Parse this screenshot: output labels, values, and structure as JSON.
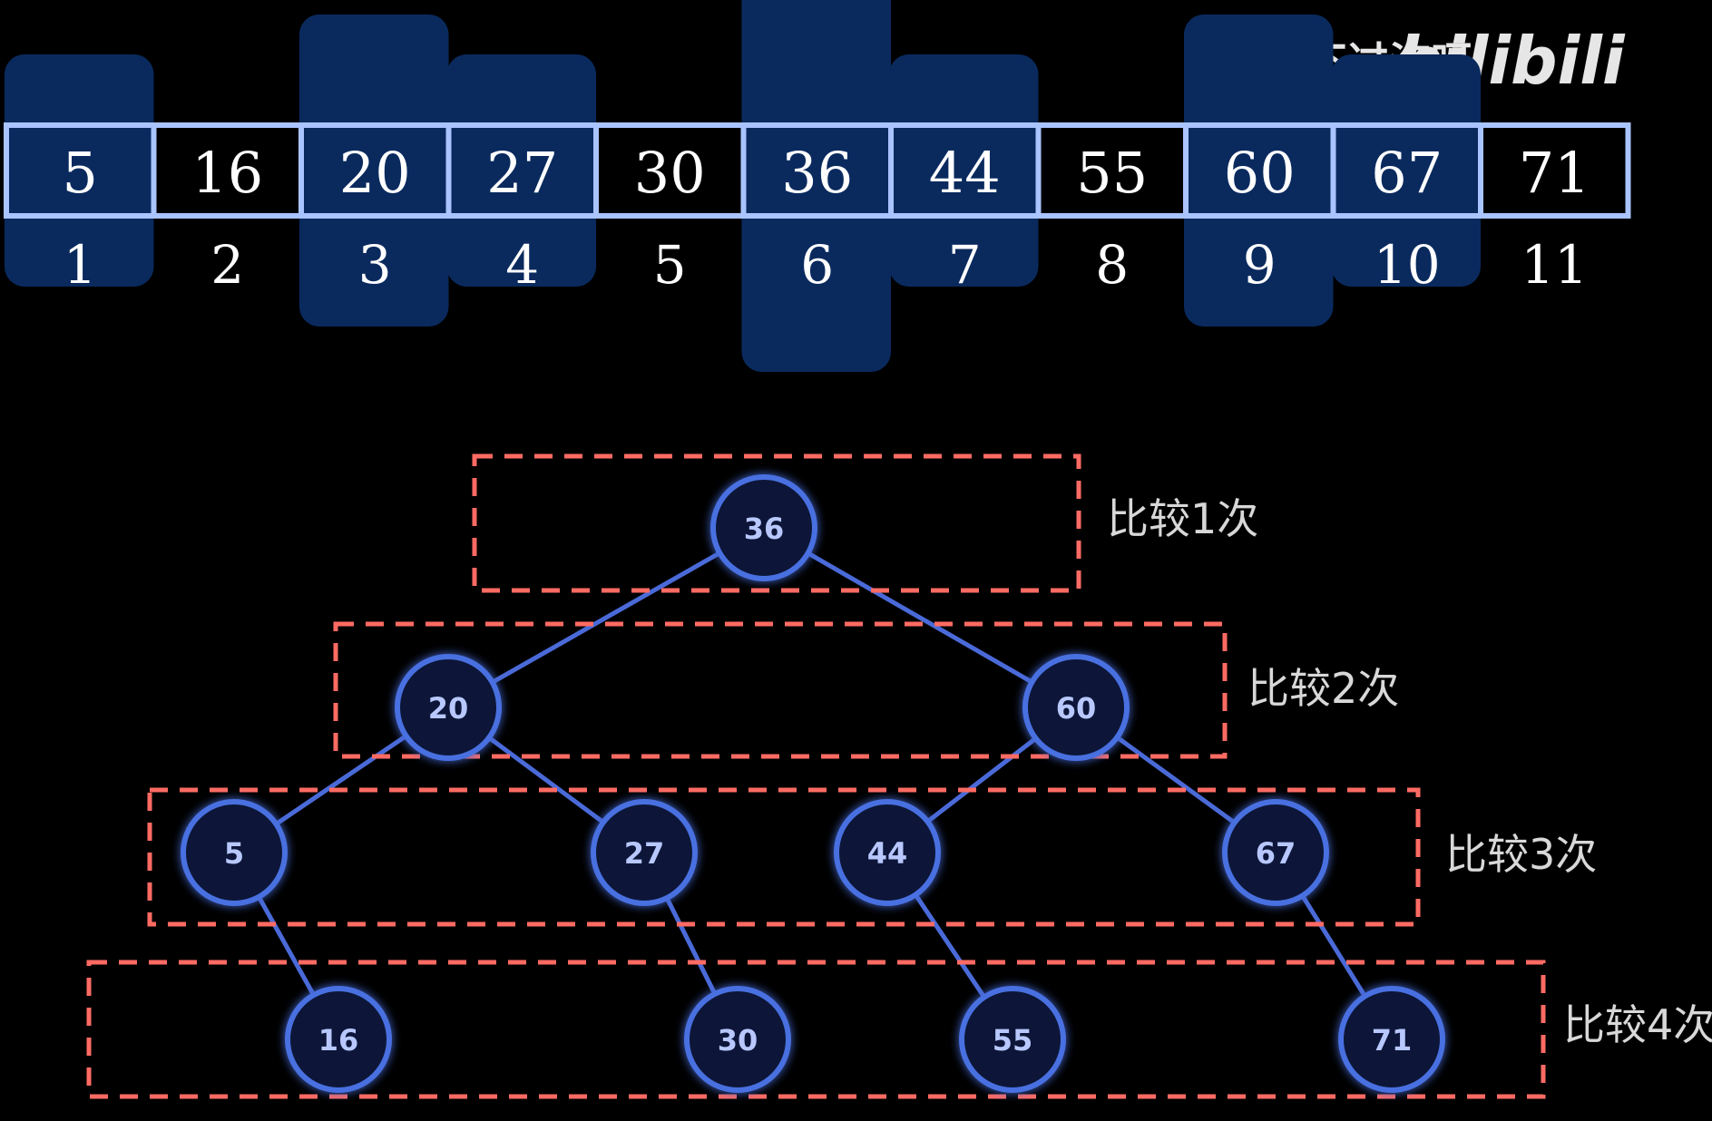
{
  "watermark": {
    "author": "蓝不过海呀",
    "logo": "bilibili"
  },
  "array": {
    "values": [
      "5",
      "16",
      "20",
      "27",
      "30",
      "36",
      "44",
      "55",
      "60",
      "67",
      "71"
    ],
    "indices": [
      "1",
      "2",
      "3",
      "4",
      "5",
      "6",
      "7",
      "8",
      "9",
      "10",
      "11"
    ],
    "highlight_levels": [
      3,
      0,
      2,
      3,
      0,
      1,
      3,
      0,
      2,
      3,
      0
    ]
  },
  "tree": {
    "nodes": [
      {
        "value": "36",
        "level": 1
      },
      {
        "value": "20",
        "level": 2
      },
      {
        "value": "60",
        "level": 2
      },
      {
        "value": "5",
        "level": 3
      },
      {
        "value": "27",
        "level": 3
      },
      {
        "value": "44",
        "level": 3
      },
      {
        "value": "67",
        "level": 3
      },
      {
        "value": "16",
        "level": 4
      },
      {
        "value": "30",
        "level": 4
      },
      {
        "value": "55",
        "level": 4
      },
      {
        "value": "71",
        "level": 4
      }
    ],
    "edges": [
      [
        "36",
        "20"
      ],
      [
        "36",
        "60"
      ],
      [
        "20",
        "5"
      ],
      [
        "20",
        "27"
      ],
      [
        "60",
        "44"
      ],
      [
        "60",
        "67"
      ],
      [
        "5",
        "16"
      ],
      [
        "27",
        "30"
      ],
      [
        "44",
        "55"
      ],
      [
        "67",
        "71"
      ]
    ],
    "levels": [
      {
        "label": "比较1次"
      },
      {
        "label": "比较2次"
      },
      {
        "label": "比较3次"
      },
      {
        "label": "比较4次"
      }
    ]
  },
  "colors": {
    "background": "#000000",
    "cell_border": "#a9c4ff",
    "highlight_fill": "#0a2a5e",
    "node_fill": "#0a1838",
    "node_stroke": "#4a6fe0",
    "edge": "#4a6ad8",
    "dash_box": "#ff6b63"
  }
}
